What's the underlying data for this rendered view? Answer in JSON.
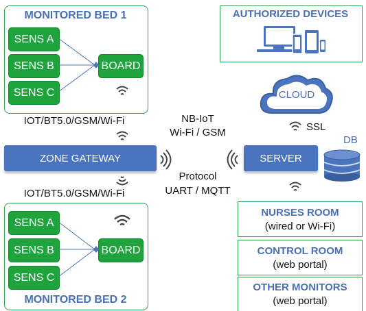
{
  "bed1": {
    "title": "MONITORED BED 1",
    "sensors": [
      "SENS A",
      "SENS B",
      "SENS C"
    ],
    "board": "BOARD"
  },
  "bed2": {
    "title": "MONITORED BED 2",
    "sensors": [
      "SENS A",
      "SENS B",
      "SENS C"
    ],
    "board": "BOARD"
  },
  "link_top": "IOT/BT5.0/GSM/Wi-Fi",
  "link_bottom": "IOT/BT5.0/GSM/Wi-Fi",
  "gateway": "ZONE GATEWAY",
  "server": "SERVER",
  "db": "DB",
  "nbiot": {
    "line1": "NB-IoT",
    "line2": "Wi-Fi / GSM"
  },
  "protocol": {
    "line1": "Protocol",
    "line2": "UART / MQTT"
  },
  "ssl": "SSL",
  "cloud": "CLOUD",
  "authorized_devices": "AUTHORIZED DEVICES",
  "rooms": [
    {
      "title": "NURSES ROOM",
      "sub": "(wired or Wi-Fi)"
    },
    {
      "title": "CONTROL ROOM",
      "sub": "(web portal)"
    },
    {
      "title": "OTHER MONITORS",
      "sub": "(web portal)"
    }
  ],
  "colors": {
    "green": "#1ea33d",
    "blue": "#4b74be",
    "title_blue": "#4a6fb3"
  }
}
